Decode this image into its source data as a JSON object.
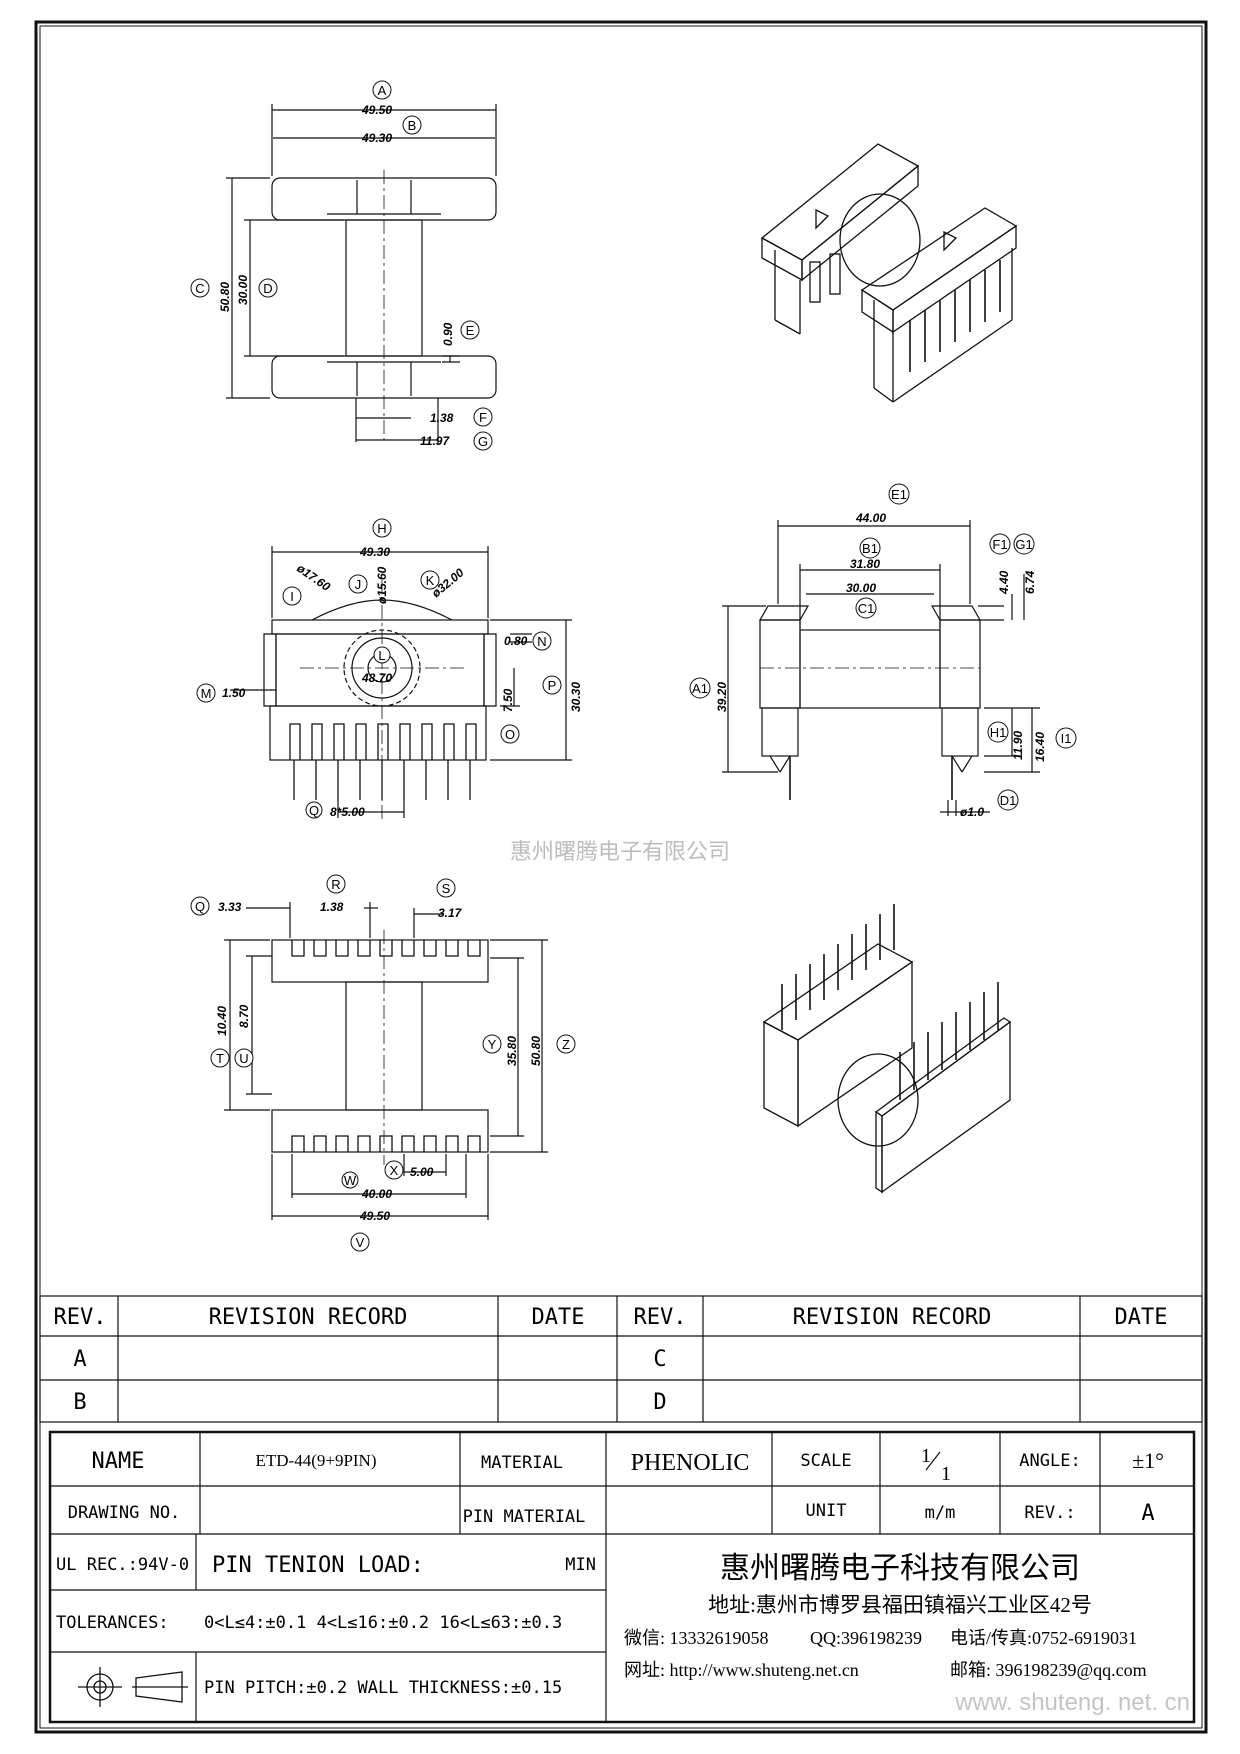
{
  "views": {
    "top": {
      "bubbles": [
        "A",
        "B",
        "C",
        "D",
        "E",
        "F",
        "G"
      ],
      "dims": [
        "49.50",
        "49.30",
        "50.80",
        "30.00",
        "0.90",
        "1.38",
        "11.97"
      ]
    },
    "front": {
      "bubbles": [
        "H",
        "I",
        "J",
        "K",
        "L",
        "M",
        "N",
        "P",
        "O",
        "Q"
      ],
      "dims": [
        "49.30",
        "ø17.60",
        "ø15.60",
        "ø32.00",
        "48.70",
        "1.50",
        "0.80",
        "30.30",
        "7.50",
        "8*5.00"
      ]
    },
    "side": {
      "bubbles": [
        "E1",
        "B1",
        "F1",
        "G1",
        "C1",
        "A1",
        "H1",
        "I1",
        "D1"
      ],
      "dims": [
        "44.00",
        "31.80",
        "4.40",
        "6.74",
        "30.00",
        "39.20",
        "11.90",
        "16.40",
        "ø1.0"
      ]
    },
    "bottom": {
      "bubbles": [
        "Q",
        "R",
        "S",
        "T",
        "U",
        "Y",
        "Z",
        "W",
        "X",
        "V"
      ],
      "dims": [
        "3.33",
        "1.38",
        "3.17",
        "10.40",
        "8.70",
        "35.80",
        "50.80",
        "5.00",
        "40.00",
        "49.50"
      ]
    }
  },
  "watermark_center": "惠州曙腾电子有限公司",
  "watermark_bottom": "www. shuteng. net. cn",
  "revision_table": {
    "headers": [
      "REV.",
      "REVISION RECORD",
      "DATE",
      "REV.",
      "REVISION RECORD",
      "DATE"
    ],
    "rows": [
      [
        "A",
        "",
        "",
        "C",
        "",
        ""
      ],
      [
        "B",
        "",
        "",
        "D",
        "",
        ""
      ]
    ]
  },
  "title_block": {
    "name_label": "NAME",
    "name_value": "ETD-44(9+9PIN)",
    "material_label": "MATERIAL",
    "material_value": "PHENOLIC",
    "scale_label": "SCALE",
    "scale_num": "1",
    "scale_den": "1",
    "angle_label": "ANGLE:",
    "angle_value": "±1°",
    "drawing_no_label": "DRAWING NO.",
    "pin_material_label": "PIN MATERIAL",
    "unit_label": "UNIT",
    "unit_value": "m/m",
    "rev_label": "REV.:",
    "rev_value": "A",
    "ul_label": "UL REC.:94V-0",
    "pin_tension_label": "PIN TENION LOAD:",
    "pin_tension_unit": "MIN",
    "tolerances_label": "TOLERANCES:",
    "tolerances_value": "0<L≤4:±0.1   4<L≤16:±0.2   16<L≤63:±0.3",
    "pitch_wall": "PIN PITCH:±0.2   WALL THICKNESS:±0.15",
    "company_name": "惠州曙腾电子科技有限公司",
    "address": "地址:惠州市博罗县福田镇福兴工业区42号",
    "wechat": "微信: 13332619058",
    "qq": "QQ:396198239",
    "phone": "电话/传真:0752-6919031",
    "website": "网址: http://www.shuteng.net.cn",
    "email": "邮箱: 396198239@qq.com"
  }
}
